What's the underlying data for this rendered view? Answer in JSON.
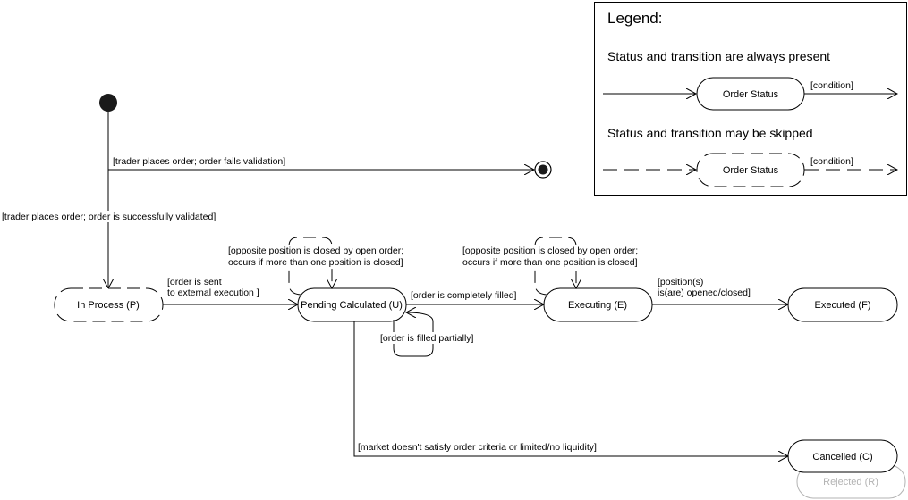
{
  "legend": {
    "title": "Legend:",
    "present_caption": "Status and transition are always present",
    "skipped_caption": "Status and transition may be skipped",
    "state_label": "Order Status",
    "condition_label": "[condition]"
  },
  "states": {
    "in_process": "In Process (P)",
    "pending": "Pending Calculated (U)",
    "executing": "Executing (E)",
    "executed": "Executed (F)",
    "cancelled": "Cancelled (C)",
    "rejected": "Rejected (R)"
  },
  "transitions": {
    "fails_validation": "[trader places order; order fails validation]",
    "validated": "[trader places order; order is successfully validated]",
    "sent_line1": "[order is sent",
    "sent_line2": "to external execution ]",
    "opposite_u_line1": "[opposite position is closed by open order;",
    "opposite_u_line2": "occurs if more than one position is closed]",
    "opposite_e_line1": "[opposite position is closed by open order;",
    "opposite_e_line2": "occurs if more than one position is closed]",
    "completely_filled": "[order is completely filled]",
    "filled_partially": "[order is filled partially]",
    "positions_line1": "[position(s)",
    "positions_line2": "is(are) opened/closed]",
    "market": "[market doesn't satisfy order criteria or limited/no liquidity]"
  },
  "colors": {
    "stroke": "#000000",
    "faded": "#b3b3b3"
  }
}
